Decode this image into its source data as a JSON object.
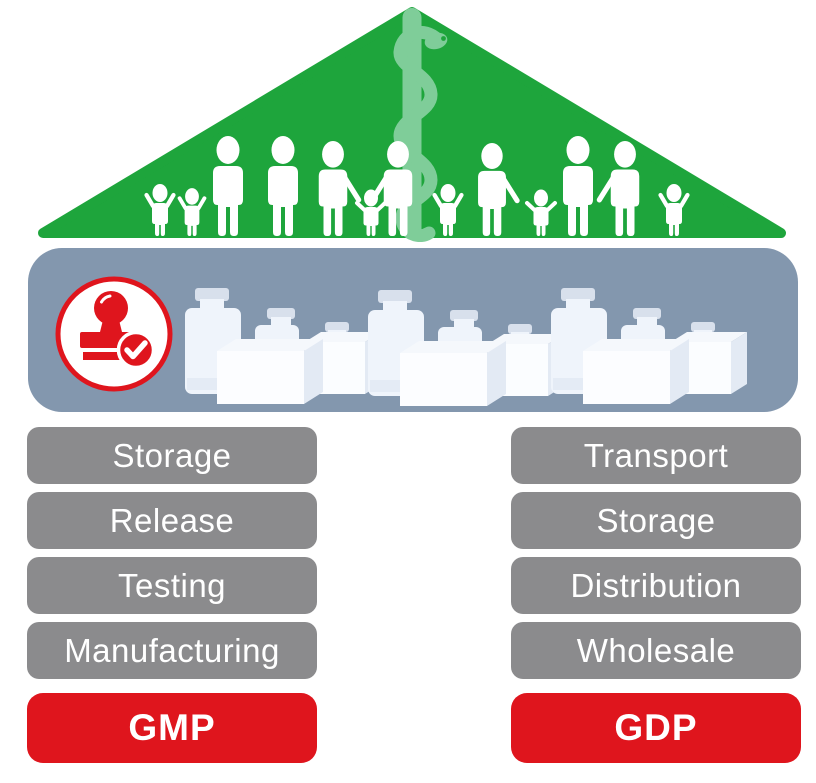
{
  "icons": {
    "rod_of_asclepius": "rod-of-asclepius-icon",
    "family": "family-silhouette",
    "stamp": "approval-stamp-icon",
    "products": "medicine-bottles-and-boxes"
  },
  "colors": {
    "roof_green": "#1EA53C",
    "staff_light_green": "#7FCD99",
    "band_blue_gray": "#8397AE",
    "pill_gray": "#8B8B8D",
    "accent_red": "#DF151D",
    "text_white": "#FFFFFF"
  },
  "gmp": {
    "steps": [
      "Storage",
      "Release",
      "Testing",
      "Manufacturing"
    ],
    "label": "GMP"
  },
  "gdp": {
    "steps": [
      "Transport",
      "Storage",
      "Distribution",
      "Wholesale"
    ],
    "label": "GDP"
  }
}
